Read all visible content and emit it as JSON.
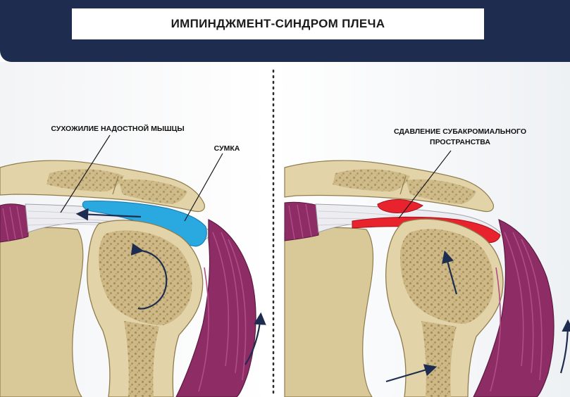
{
  "title": "ИМПИНДЖМЕНТ-СИНДРОМ ПЛЕЧА",
  "left_panel": {
    "tendon_label": "СУХОЖИЛИЕ НАДОСТНОЙ МЫШЦЫ",
    "bursa_label": "СУМКА"
  },
  "right_panel": {
    "compression_label_line1": "СДАВЛЕНИЕ СУБАКРОМИАЛЬНОГО",
    "compression_label_line2": "ПРОСТРАНСТВА"
  },
  "colors": {
    "header": "#1e2d4f",
    "bone": "#d8c79a",
    "bone_cortex": "#e6d9b3",
    "muscle": "#8e2c66",
    "tendon": "#e9e9ee",
    "bursa": "#2aa8e0",
    "compression": "#e8232e",
    "arrow": "#1e2d4f"
  }
}
